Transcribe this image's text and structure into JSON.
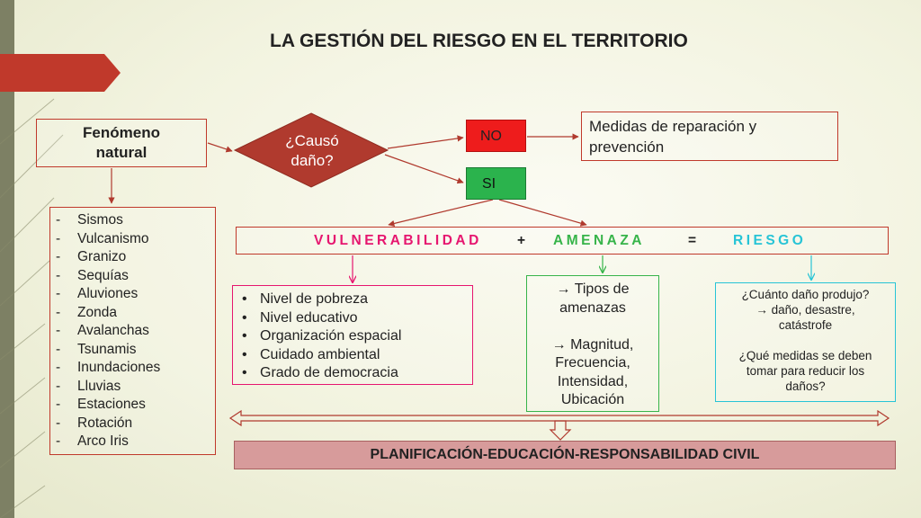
{
  "title": "LA GESTIÓN DEL RIESGO EN EL TERRITORIO",
  "fenomeno": {
    "line1": "Fenómeno",
    "line2": "natural"
  },
  "fenomenos_list": [
    "Sismos",
    "Vulcanismo",
    "Granizo",
    "Sequías",
    "Aluviones",
    "Zonda",
    "Avalanchas",
    "Tsunamis",
    "Inundaciones",
    "Lluvias",
    "Estaciones",
    "Rotación",
    "Arco Iris"
  ],
  "decision": {
    "line1": "¿Causó",
    "line2": "daño?"
  },
  "no_label": "NO",
  "si_label": "SI",
  "medidas": {
    "line1": "Medidas de reparación y",
    "line2": "prevención"
  },
  "formula": {
    "vulnerabilidad": "VULNERABILIDAD",
    "plus": "+",
    "amenaza": "AMENAZA",
    "equals": "=",
    "riesgo": "RIESGO"
  },
  "vulnerabilidad_items": [
    "Nivel de pobreza",
    "Nivel educativo",
    "Organización espacial",
    "Cuidado ambiental",
    "Grado de democracia"
  ],
  "amenaza_lines": [
    "→ Tipos de",
    "amenazas",
    "",
    "→ Magnitud,",
    "Frecuencia,",
    "Intensidad,",
    "Ubicación"
  ],
  "riesgo_lines": [
    "¿Cuánto daño produjo?",
    "→ daño, desastre,",
    "catástrofe",
    "",
    "¿Qué medidas  se deben",
    "tomar para reducir los",
    "daños?"
  ],
  "planificacion": "PLANIFICACIÓN-EDUCACIÓN-RESPONSABILIDAD CIVIL",
  "colors": {
    "accent_red": "#c0392b",
    "vulnerabilidad": "#e6166f",
    "amenaza": "#37b44a",
    "riesgo": "#27c4d6",
    "no_box": "#ee1c1c",
    "si_box": "#2bb34d",
    "diamond": "#b03a2e",
    "planificacion_bg": "#d79b9b"
  }
}
